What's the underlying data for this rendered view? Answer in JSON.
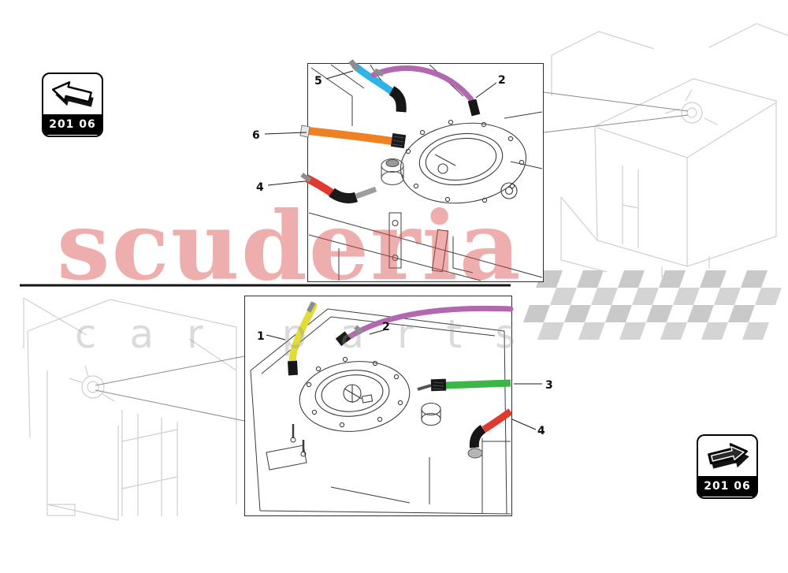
{
  "watermark": {
    "brand": "scuderia",
    "subtext": "car parts",
    "brand_color": "#d84646"
  },
  "nav": {
    "prev_badge": {
      "label": "201 06",
      "icon": "arrow-back"
    },
    "next_badge": {
      "label": "201 06",
      "icon": "arrow-forward"
    }
  },
  "top_diagram": {
    "callouts": [
      {
        "num": "5",
        "hose": "blue",
        "color": "#2fb2e5"
      },
      {
        "num": "2",
        "hose": "magenta",
        "color": "#b168ae"
      },
      {
        "num": "6",
        "hose": "orange",
        "color": "#ef8125"
      },
      {
        "num": "4",
        "hose": "red",
        "color": "#e03a30"
      }
    ]
  },
  "bottom_diagram": {
    "callouts": [
      {
        "num": "1",
        "hose": "yellow",
        "color": "#e2dc3a"
      },
      {
        "num": "2",
        "hose": "magenta",
        "color": "#b168ae"
      },
      {
        "num": "3",
        "hose": "green",
        "color": "#3eb54b"
      },
      {
        "num": "4",
        "hose": "red",
        "color": "#e03a30"
      }
    ]
  }
}
